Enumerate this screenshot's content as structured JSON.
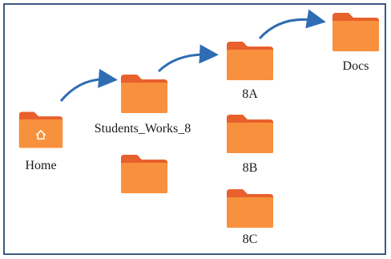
{
  "folders": {
    "home": {
      "label": "Home",
      "icon": "home-icon"
    },
    "students_works": {
      "label": "Students_Works_8"
    },
    "unnamed": {
      "label": ""
    },
    "f8a": {
      "label": "8A"
    },
    "f8b": {
      "label": "8B"
    },
    "f8c": {
      "label": "8C"
    },
    "docs": {
      "label": "Docs"
    }
  },
  "colors": {
    "folder_front": "#f7913d",
    "folder_back": "#e8602c",
    "arrow": "#2f6db3",
    "border": "#3d5a80"
  }
}
